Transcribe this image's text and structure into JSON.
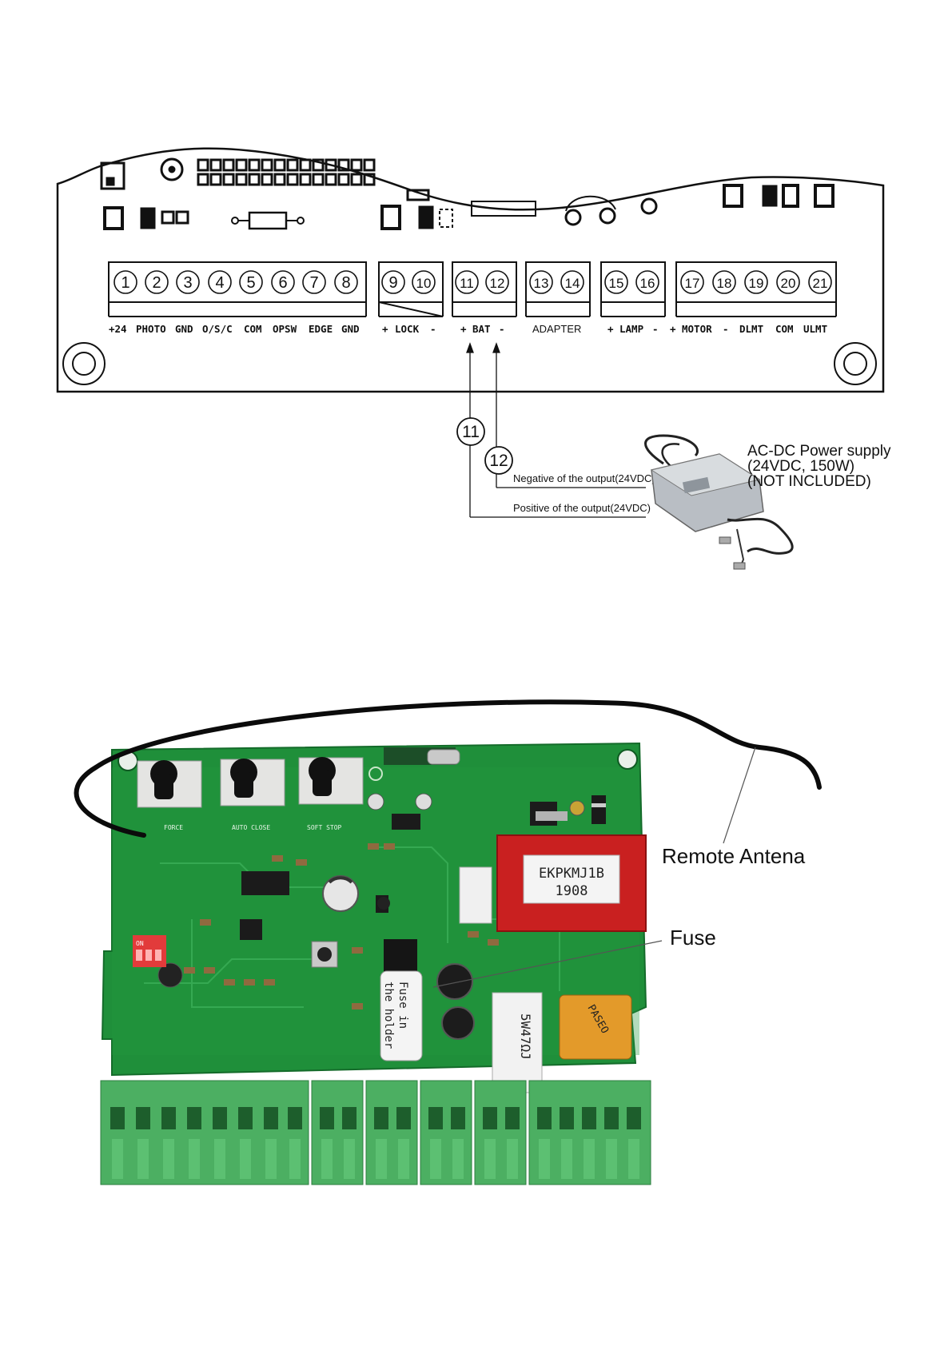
{
  "terminal_block": {
    "pins": [
      "1",
      "2",
      "3",
      "4",
      "5",
      "6",
      "7",
      "8",
      "9",
      "10",
      "11",
      "12",
      "13",
      "14",
      "15",
      "16",
      "17",
      "18",
      "19",
      "20",
      "21"
    ],
    "labels": [
      "+24",
      "PHOTO",
      "GND",
      "O/S/C",
      "COM",
      "OPSW",
      "EDGE",
      "GND",
      "+",
      "LOCK",
      "-",
      "+",
      "BAT",
      "-",
      "ADAPTER",
      "+",
      "LAMP",
      "-",
      "+",
      "MOTOR",
      "-",
      "DLMT",
      "COM",
      "ULMT"
    ]
  },
  "wiring": {
    "callout_positive": "11",
    "callout_negative": "12",
    "negative_note": "Negative of the output(24VDC)",
    "positive_note": "Positive of the output(24VDC)"
  },
  "power_supply": {
    "line1": "AC-DC Power supply",
    "line2": "(24VDC, 150W)",
    "line3": "(NOT INCLUDED)"
  },
  "board_photo": {
    "antenna_label": "Remote Antena",
    "fuse_label": "Fuse",
    "fuse_tag_line1": "Fuse in",
    "fuse_tag_line2": "the holder",
    "relay_line1": "EKPKMJ1B",
    "relay_line2": "1908",
    "knob_labels": [
      "FORCE",
      "AUTO CLOSE",
      "SOFT STOP"
    ],
    "dip_label": "ON",
    "resistor_text": "5W47ΩJ",
    "cap_text": "PASEO"
  },
  "colors": {
    "pcb_green": "#1f8f3a",
    "terminal_green": "#4caf62",
    "line": "#111111"
  }
}
